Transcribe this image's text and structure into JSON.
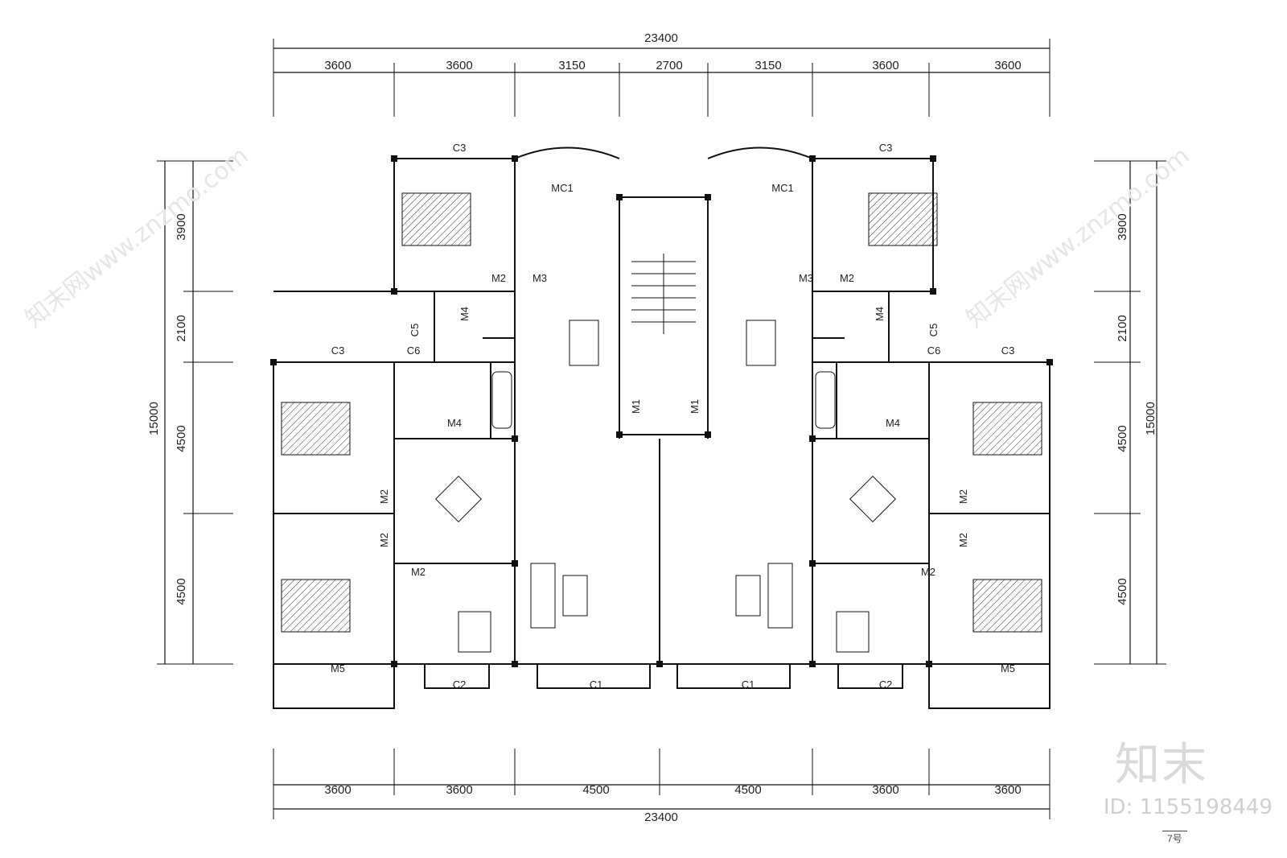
{
  "dimensions": {
    "top_total": "23400",
    "top_segments": [
      "3600",
      "3600",
      "3150",
      "2700",
      "3150",
      "3600",
      "3600"
    ],
    "bottom_total": "23400",
    "bottom_segments": [
      "3600",
      "3600",
      "4500",
      "4500",
      "3600",
      "3600"
    ],
    "left_total": "15000",
    "left_segments": [
      "3900",
      "2100",
      "4500",
      "4500"
    ],
    "right_total": "15000",
    "right_segments": [
      "3900",
      "2100",
      "4500",
      "4500"
    ]
  },
  "labels": {
    "c1": "C1",
    "c2": "C2",
    "c3": "C3",
    "c5": "C5",
    "c6": "C6",
    "mc1": "MC1",
    "m1": "M1",
    "m2": "M2",
    "m3": "M3",
    "m4": "M4",
    "m5": "M5"
  },
  "watermark": {
    "brand": "知末",
    "id": "ID: 1155198449",
    "diagonal": "知末网www.znzmo.com",
    "page_tag": "7号"
  }
}
